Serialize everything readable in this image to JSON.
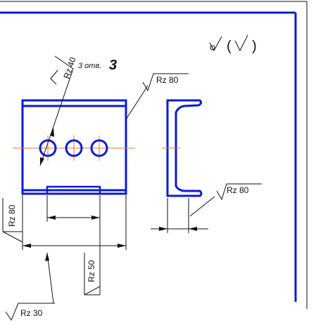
{
  "drawing": {
    "surface_general": "Rz 80",
    "surface_right": "Rz 80",
    "surface_left_vertical": "Rz 80",
    "surface_bottom_vertical": "Rz 50",
    "surface_bottom_left": "Rz 30",
    "hole_roughness": "Rz 40",
    "hole_count_note": "3 отв.",
    "hole_count_note_mark": "3",
    "roughness_symbol_open": "(",
    "roughness_symbol_close": ")"
  },
  "colors": {
    "outline": "#0a1bd6",
    "dimension": "#111111",
    "centerline": "#e07a2a",
    "frame": "#0a1bd6"
  }
}
